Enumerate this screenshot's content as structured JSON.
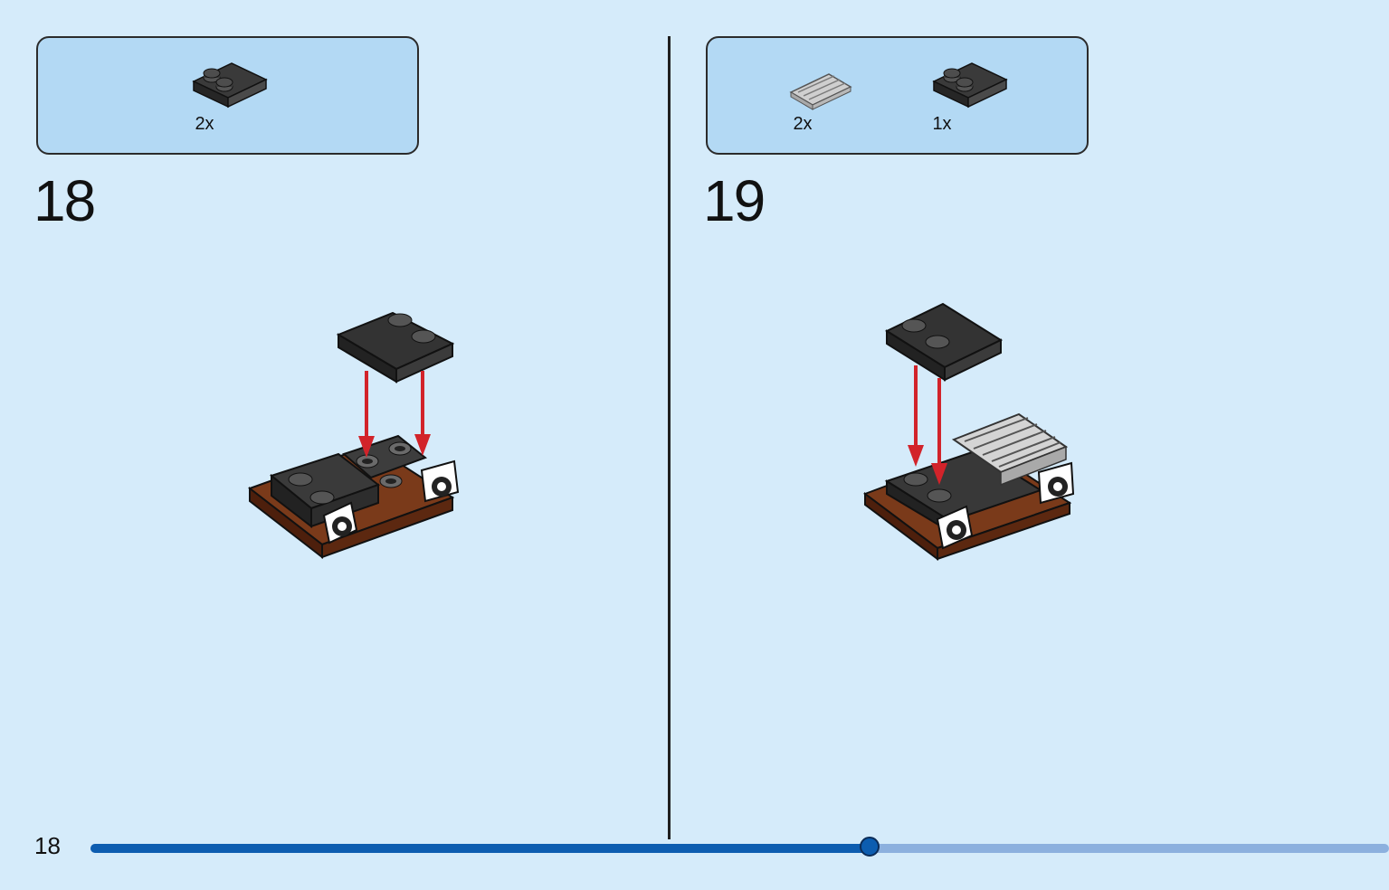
{
  "steps": [
    {
      "number": "18",
      "parts": [
        {
          "icon": "dark-gray-plate-2x2-with-two-studs",
          "count": "2x"
        }
      ]
    },
    {
      "number": "19",
      "parts": [
        {
          "icon": "light-gray-grille-tile",
          "count": "2x"
        },
        {
          "icon": "dark-gray-plate-2x2-with-two-studs",
          "count": "1x"
        }
      ]
    }
  ],
  "footer": {
    "page_number": "18",
    "progress_fraction": 0.6
  },
  "colors": {
    "background": "#d5ebfa",
    "parts_box": "#b3d9f4",
    "progress_fill": "#0d5db0",
    "progress_track": "#8cb0de",
    "arrow": "#d2232a"
  }
}
